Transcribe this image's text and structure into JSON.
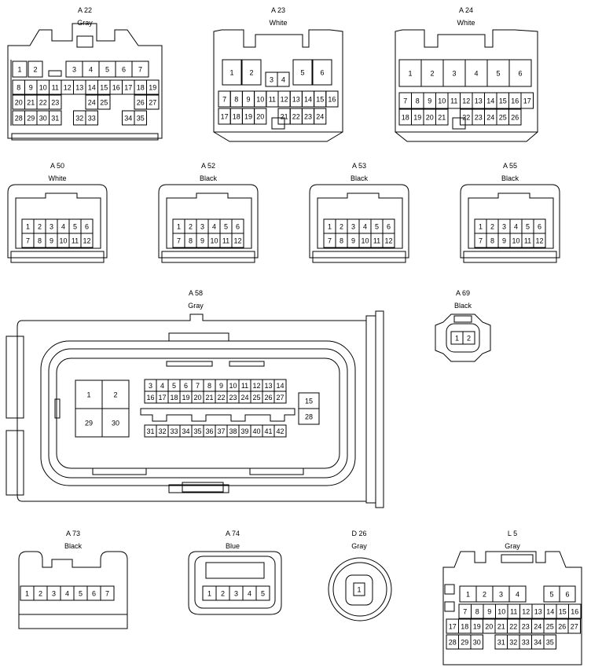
{
  "connectors": {
    "a22": {
      "id": "A 22",
      "color": "Gray"
    },
    "a23": {
      "id": "A 23",
      "color": "White"
    },
    "a24": {
      "id": "A 24",
      "color": "White"
    },
    "a50": {
      "id": "A 50",
      "color": "White"
    },
    "a52": {
      "id": "A 52",
      "color": "Black"
    },
    "a53": {
      "id": "A 53",
      "color": "Black"
    },
    "a55": {
      "id": "A 55",
      "color": "Black"
    },
    "a58": {
      "id": "A 58",
      "color": "Gray"
    },
    "a69": {
      "id": "A 69",
      "color": "Black"
    },
    "a73": {
      "id": "A 73",
      "color": "Black"
    },
    "a74": {
      "id": "A 74",
      "color": "Blue"
    },
    "d26": {
      "id": "D 26",
      "color": "Gray"
    },
    "l5": {
      "id": "L 5",
      "color": "Gray"
    }
  },
  "pins": {
    "a22": [
      [
        "1",
        "2",
        "",
        "3",
        "4",
        "5",
        "6",
        "7"
      ],
      [
        "8",
        "9",
        "10",
        "11",
        "12",
        "13",
        "14",
        "15",
        "16",
        "17",
        "18",
        "19"
      ],
      [
        "20",
        "21",
        "22",
        "23",
        "",
        "",
        "24",
        "25",
        "",
        "",
        "26",
        "27"
      ],
      [
        "28",
        "29",
        "30",
        "31",
        "",
        "32",
        "33",
        "",
        "",
        "34",
        "35"
      ]
    ],
    "a23": [
      [
        "1",
        "2",
        "",
        "5",
        "6"
      ],
      [
        "3",
        "4"
      ],
      [
        "7",
        "8",
        "9",
        "10",
        "11",
        "12",
        "13",
        "14",
        "15",
        "16"
      ],
      [
        "17",
        "18",
        "19",
        "20",
        "",
        "21",
        "22",
        "23",
        "24"
      ]
    ],
    "a24": [
      [
        "1",
        "2",
        "3",
        "4",
        "5",
        "6"
      ],
      [
        "7",
        "8",
        "9",
        "10",
        "11",
        "12",
        "13",
        "14",
        "15",
        "16",
        "17"
      ],
      [
        "18",
        "19",
        "20",
        "21",
        "",
        "22",
        "23",
        "24",
        "25",
        "26"
      ]
    ],
    "six12": [
      [
        "1",
        "2",
        "3",
        "4",
        "5",
        "6"
      ],
      [
        "7",
        "8",
        "9",
        "10",
        "11",
        "12"
      ]
    ],
    "a58": {
      "big": [
        "1",
        "2",
        "29",
        "30"
      ],
      "row1": [
        "3",
        "4",
        "5",
        "6",
        "7",
        "8",
        "9",
        "10",
        "11",
        "12",
        "13",
        "14"
      ],
      "row2": [
        "16",
        "17",
        "18",
        "19",
        "20",
        "21",
        "22",
        "23",
        "24",
        "25",
        "26",
        "27"
      ],
      "row3": [
        "31",
        "32",
        "33",
        "34",
        "35",
        "36",
        "37",
        "38",
        "39",
        "40",
        "41",
        "42"
      ],
      "side": [
        "15",
        "28"
      ]
    },
    "a69": [
      "1",
      "2"
    ],
    "a73": [
      "1",
      "2",
      "3",
      "4",
      "5",
      "6",
      "7"
    ],
    "a74": [
      "1",
      "2",
      "3",
      "4",
      "5"
    ],
    "d26": [
      "1"
    ],
    "l5": [
      [
        "1",
        "2",
        "3",
        "4",
        "",
        "5",
        "6"
      ],
      [
        "7",
        "8",
        "9",
        "10",
        "11",
        "12",
        "13",
        "14",
        "15",
        "16"
      ],
      [
        "17",
        "18",
        "19",
        "20",
        "21",
        "22",
        "23",
        "24",
        "25",
        "26",
        "27"
      ],
      [
        "28",
        "29",
        "30",
        "",
        "31",
        "32",
        "33",
        "34",
        "35"
      ]
    ]
  }
}
